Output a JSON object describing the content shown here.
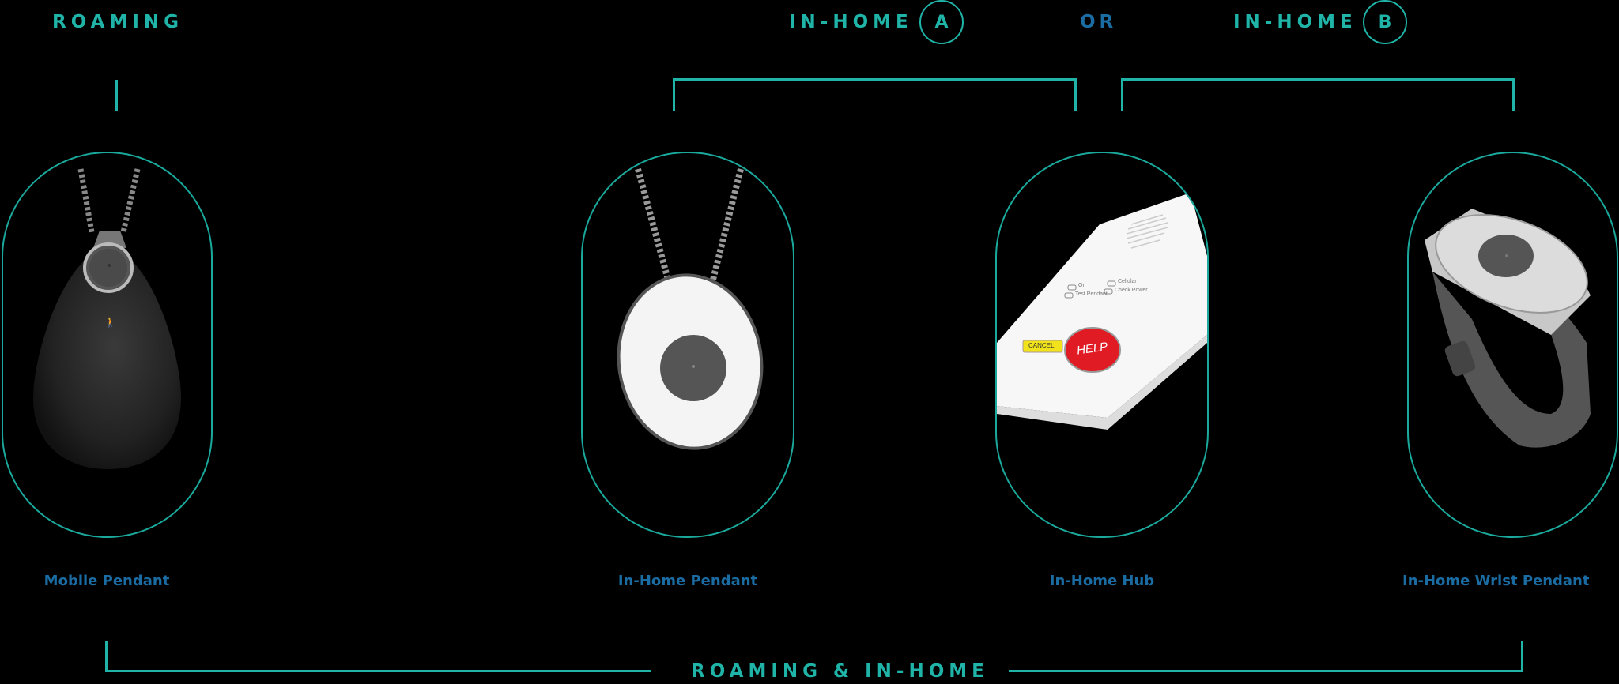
{
  "header": {
    "roaming": "ROAMING",
    "in_home_a": "IN-HOME",
    "badge_a": "A",
    "or": "OR",
    "in_home_b": "IN-HOME",
    "badge_b": "B"
  },
  "devices": [
    {
      "label": "Mobile Pendant",
      "icon": "black-teardrop-pendant"
    },
    {
      "label": "In-Home Pendant",
      "icon": "white-oval-pendant"
    },
    {
      "label": "In-Home Hub",
      "icon": "white-base-station"
    },
    {
      "label": "In-Home Wrist Pendant",
      "icon": "wrist-band-pendant"
    }
  ],
  "hub": {
    "indicators": [
      "On",
      "Cellular",
      "Test Pendant",
      "Check Power"
    ],
    "cancel": "CANCEL",
    "help": "HELP"
  },
  "footer": {
    "roaming_in_home": "ROAMING & IN-HOME"
  },
  "colors": {
    "teal": "#1fb4a7",
    "blue": "#1b6ca3",
    "background": "#000000",
    "help_red": "#e01b24",
    "cancel_yellow": "#f2e21b"
  }
}
